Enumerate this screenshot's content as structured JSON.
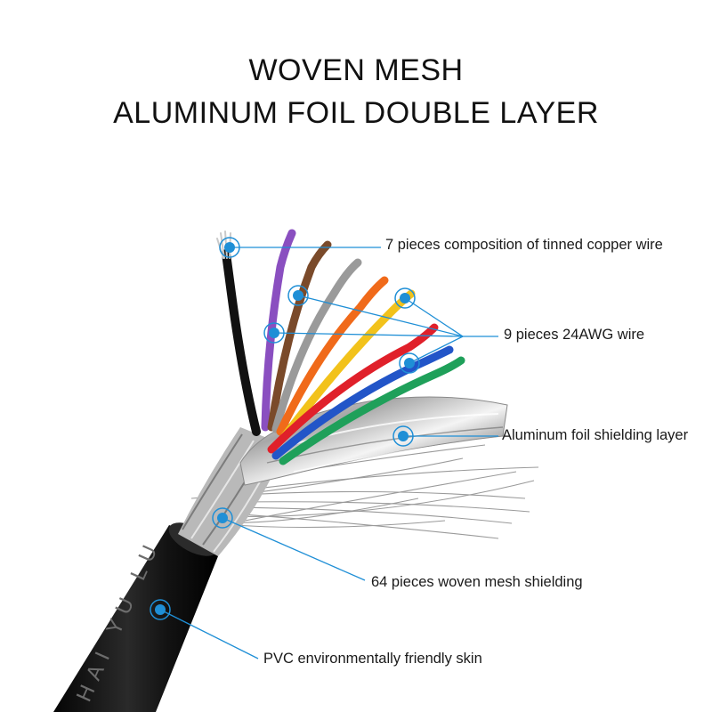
{
  "title": {
    "line1": "WOVEN MESH",
    "line2": "ALUMINUM FOIL DOUBLE LAYER"
  },
  "callouts": {
    "copper": "7 pieces composition of tinned copper wire",
    "awg": "9 pieces 24AWG wire",
    "foil": "Aluminum foil shielding layer",
    "mesh": "64 pieces woven mesh shielding",
    "pvc": "PVC environmentally friendly skin"
  },
  "jacket_print": "HAI YU LU",
  "colors": {
    "accent": "#1f8fd6",
    "jacket": "#141414",
    "wires": [
      "#111111",
      "#8a4fc0",
      "#7a4a2a",
      "#9a9a9a",
      "#f06a1a",
      "#f2c21b",
      "#e0202a",
      "#2255c8",
      "#1fa05a"
    ]
  }
}
